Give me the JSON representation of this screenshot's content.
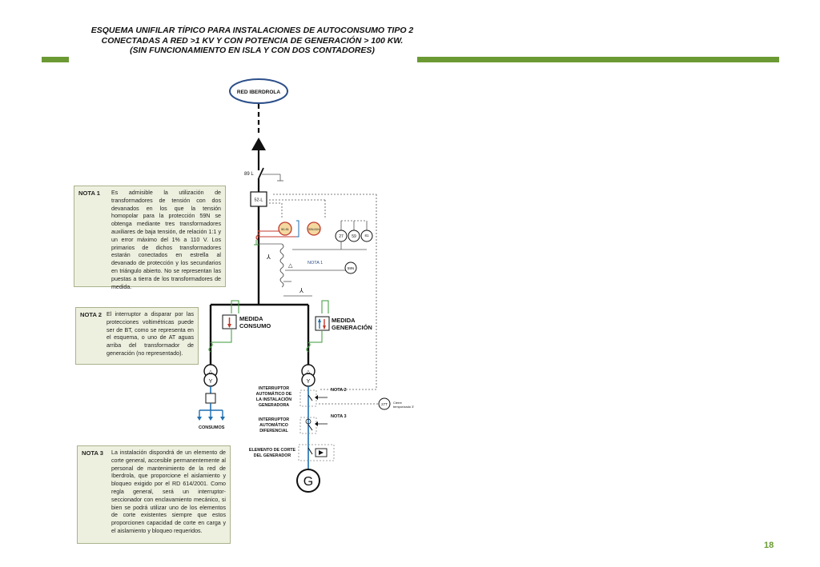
{
  "title": {
    "line1": "ESQUEMA UNIFILAR TÍPICO PARA INSTALACIONES DE AUTOCONSUMO TIPO 2",
    "line2": "CONECTADAS A RED >1 KV Y CON POTENCIA DE GENERACIÓN > 100 KW.",
    "line3": "(SIN FUNCIONAMIENTO EN ISLA Y CON DOS CONTADORES)"
  },
  "colors": {
    "accent_green": "#6b9a34",
    "note_bg": "#eef0df",
    "relay_red": "#c0392b",
    "line_blue": "#1f6fb0",
    "line_green": "#3a9a3a"
  },
  "diagram": {
    "grid_label": "RED IBERDROLA",
    "switch_89": "89 L",
    "breaker_52": "52-L",
    "relay_50_51": "50-51",
    "relay_50_51n": "50N-51N",
    "relay_27": "27",
    "relay_59": "59",
    "relay_81": "81",
    "relay_59n": "59N",
    "relay_27t": "27T",
    "nota1_ref": "NOTA 1",
    "medida_consumo_1": "MEDIDA",
    "medida_consumo_2": "CONSUMO",
    "medida_generacion_1": "MEDIDA",
    "medida_generacion_2": "GENERACIÓN",
    "consumos": "CONSUMOS",
    "interruptor_auto_1": "INTERRUPTOR",
    "interruptor_auto_2": "AUTOMÁTICO DE",
    "interruptor_auto_3": "LA INSTALACIÓN",
    "interruptor_auto_4": "GENERADORA",
    "interruptor_dif_1": "INTERRUPTOR",
    "interruptor_dif_2": "AUTOMÁTICO",
    "interruptor_dif_3": "DIFERENCIAL",
    "elemento_corte_1": "ELEMENTO DE CORTE",
    "elemento_corte_2": "DEL GENERADOR",
    "nota2_ref": "NOTA 2",
    "nota3_ref": "NOTA 3",
    "cierre_1": "Cierre",
    "cierre_2": "temporizado 3'",
    "generator": "G"
  },
  "notes": [
    {
      "label": "NOTA 1",
      "text": "Es admisible la utilización de transformadores de tensión con dos devanados en los que la tensión homopolar para la protección 59N se obtenga mediante tres transformadores auxiliares de baja tensión, de relación 1:1 y un error máximo del 1% a 110 V. Los primarios de dichos transformadores estarán conectados en estrella al devanado de protección y los secundarios en triángulo abierto. No se representan las puestas a tierra de los transformadores de medida."
    },
    {
      "label": "NOTA 2",
      "text": "El interruptor a disparar por las protecciones voltimétricas puede ser de BT, como se representa en el esquema, o uno de AT aguas arriba del transformador de generación (no representado)."
    },
    {
      "label": "NOTA 3",
      "text": "La instalación dispondrá de un elemento de corte general, accesible permanentemente al personal de mantenimiento de la red de Iberdrola, que proporcione el aislamiento y bloqueo exigido por el RD 614/2001. Como regla general, será un interruptor-seccionador con enclavamiento mecánico, si bien se podrá utilizar uno de los elementos de corte existentes siempre que estos proporcionen capacidad de corte en carga y el aislamiento y bloqueo requeridos."
    }
  ],
  "page_number": "18"
}
